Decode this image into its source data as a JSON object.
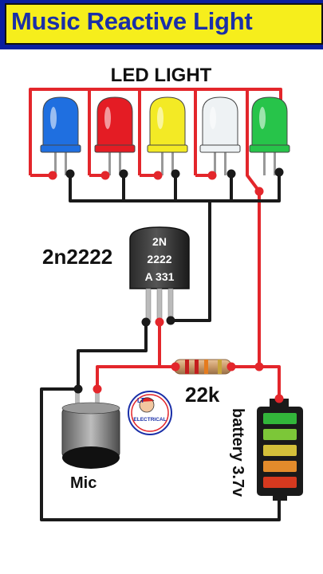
{
  "title": "Music Reactive Light",
  "led_label": "LED LIGHT",
  "transistor": {
    "label": "2n2222",
    "marking": [
      "2N",
      "2222",
      "A 331"
    ]
  },
  "resistor_label": "22k",
  "mic_label": "Mic",
  "battery_label": "battery 3.7v",
  "logo": {
    "initials": "LT",
    "text": "ELECTRICAL"
  },
  "colors": {
    "banner": "#0a1e9e",
    "title_bg": "#f6ee1c",
    "title_text": "#1a2fa8",
    "wire_red": "#e3262b",
    "wire_black": "#1a1a1a",
    "leds": [
      "#1f6fe0",
      "#e41c24",
      "#f3ea25",
      "#eef2f4",
      "#27c44a"
    ],
    "battery_bars": [
      "#32b63a",
      "#7cc738",
      "#d4c03a",
      "#e38b2b",
      "#d6391f"
    ]
  }
}
